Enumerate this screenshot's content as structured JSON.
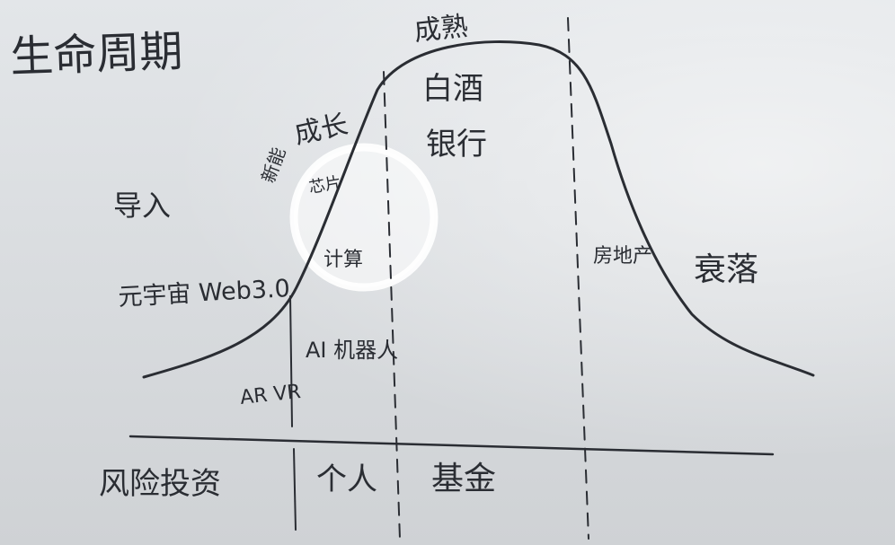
{
  "whiteboard": {
    "title": "生命周期",
    "stages": {
      "intro": "导入",
      "growth": "成长",
      "mature": "成熟",
      "decline": "衰落"
    },
    "intro_examples": {
      "metaverse": "元宇宙 Web3.0",
      "vr": "AR VR"
    },
    "growth_examples": {
      "new_energy": "新能",
      "chip": "芯片",
      "ai": "AI 机器人",
      "compute": "计算"
    },
    "mature_examples": {
      "liquor": "白酒",
      "bank": "银行"
    },
    "decline_examples": {
      "real_estate": "房地产"
    },
    "investors": {
      "venture": "风险投资",
      "individual": "个人",
      "fund": "基金"
    }
  }
}
